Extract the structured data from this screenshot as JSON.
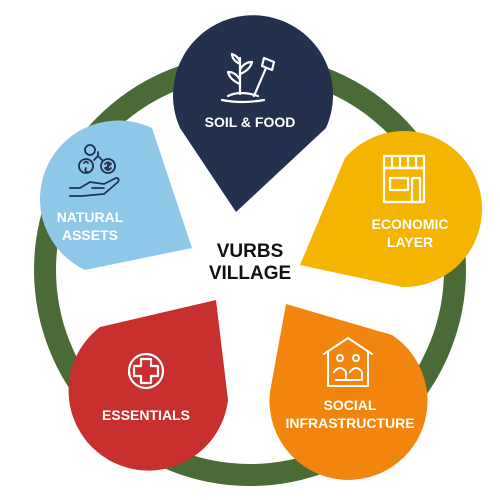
{
  "center": {
    "line1": "VURBS",
    "line2": "VILLAGE"
  },
  "ring_color": "#4a6b35",
  "petals": [
    {
      "id": "soil",
      "line1": "SOIL & FOOD",
      "line2": "",
      "color": "#23314f",
      "icon": "plant-shovel-icon"
    },
    {
      "id": "economic",
      "line1": "ECONOMIC",
      "line2": "LAYER",
      "color": "#f4b400",
      "icon": "storefront-icon"
    },
    {
      "id": "social",
      "line1": "SOCIAL",
      "line2": "INFRASTRUCTURE",
      "color": "#f2850e",
      "icon": "community-house-icon"
    },
    {
      "id": "essentials",
      "line1": "ESSENTIALS",
      "line2": "",
      "color": "#c8302f",
      "icon": "medical-cross-icon"
    },
    {
      "id": "natural",
      "line1": "NATURAL",
      "line2": "ASSETS",
      "color": "#8ec8e8",
      "label_color": "#23314f",
      "icon": "hand-coins-icon"
    }
  ]
}
